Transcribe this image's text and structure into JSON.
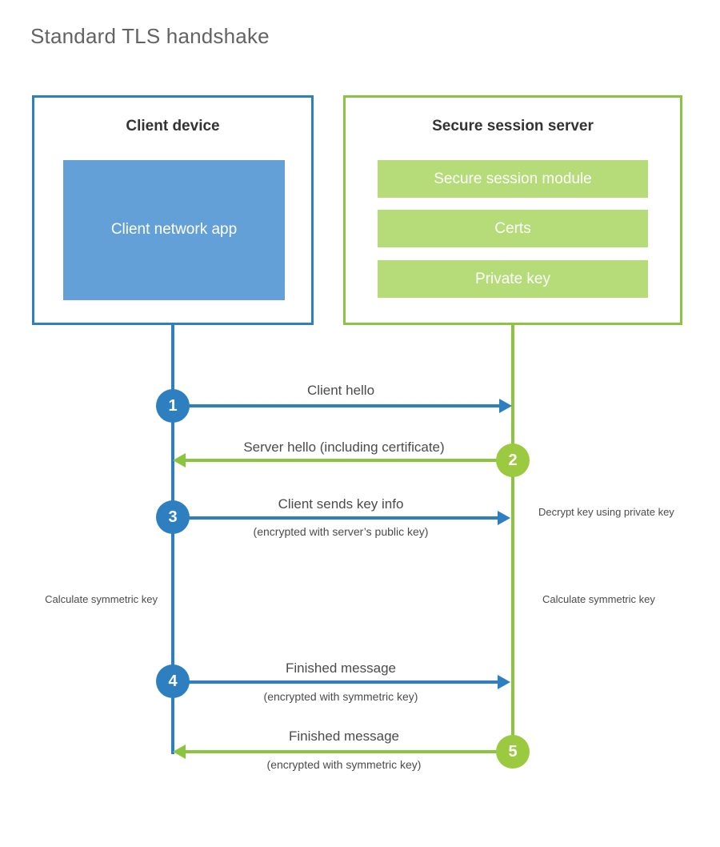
{
  "title": "Standard TLS handshake",
  "client": {
    "title": "Client device",
    "app_label": "Client network app"
  },
  "server": {
    "title": "Secure session server",
    "components": [
      {
        "label": "Secure session module"
      },
      {
        "label": "Certs"
      },
      {
        "label": "Private key"
      }
    ]
  },
  "colors": {
    "blue_border": "#2d7fc0",
    "blue_fill": "#64a0d8",
    "green_border": "#8bc53f",
    "green_fill": "#b5dc78",
    "green_circle": "#9bc93f",
    "title_text": "#636363",
    "body_text": "#4b4b4b",
    "background": "#ffffff"
  },
  "steps": [
    {
      "number": "1",
      "label": "Client hello",
      "sublabel": "",
      "direction": "client-to-server",
      "color": "blue"
    },
    {
      "number": "2",
      "label": "Server hello (including certificate)",
      "sublabel": "",
      "direction": "server-to-client",
      "color": "green"
    },
    {
      "number": "3",
      "label": "Client sends key info",
      "sublabel": "(encrypted with server’s public key)",
      "direction": "client-to-server",
      "color": "blue"
    },
    {
      "number": "4",
      "label": "Finished message",
      "sublabel": "(encrypted with symmetric key)",
      "direction": "client-to-server",
      "color": "blue"
    },
    {
      "number": "5",
      "label": "Finished message",
      "sublabel": "(encrypted with symmetric key)",
      "direction": "server-to-client",
      "color": "green"
    }
  ],
  "notes": [
    {
      "id": "decrypt-note",
      "text": "Decrypt key using private key",
      "side": "server"
    },
    {
      "id": "client-calc-note",
      "text": "Calculate symmetric key",
      "side": "client"
    },
    {
      "id": "server-calc-note",
      "text": "Calculate symmetric key",
      "side": "server"
    }
  ]
}
